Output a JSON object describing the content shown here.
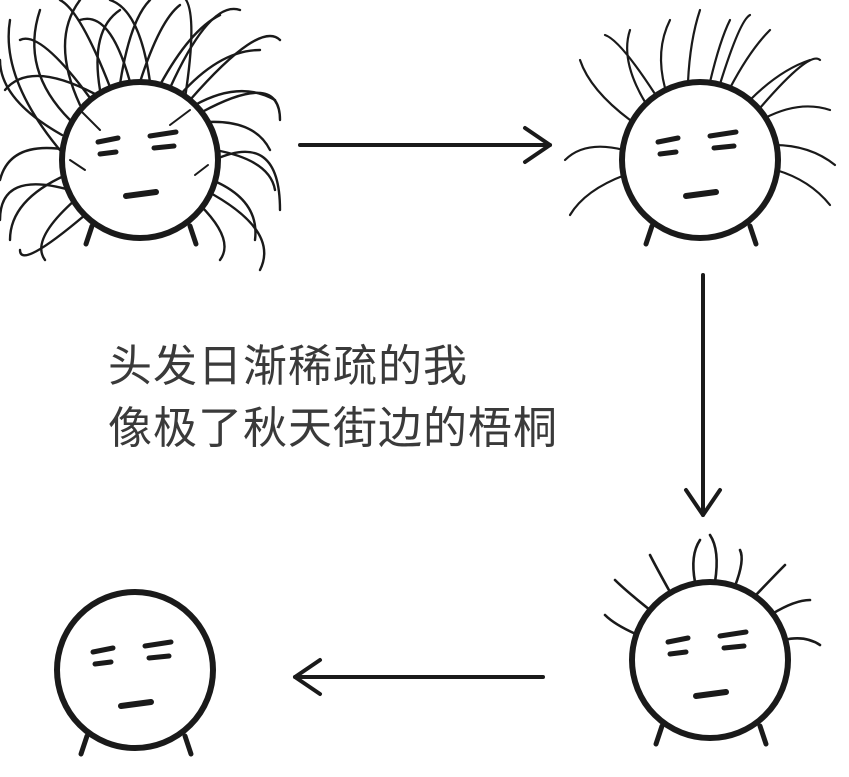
{
  "caption": {
    "line1": "头发日渐稀疏的我",
    "line2": "像极了秋天街边的梧桐"
  },
  "panels": [
    {
      "name": "face-very-hairy-icon",
      "hair_level": "very dense"
    },
    {
      "name": "face-hairy-icon",
      "hair_level": "dense"
    },
    {
      "name": "face-few-hairs-icon",
      "hair_level": "sparse"
    },
    {
      "name": "face-bald-icon",
      "hair_level": "none"
    }
  ],
  "arrows": [
    {
      "name": "arrow-right-icon",
      "direction": "right"
    },
    {
      "name": "arrow-down-icon",
      "direction": "down"
    },
    {
      "name": "arrow-left-icon",
      "direction": "left"
    }
  ],
  "colors": {
    "ink": "#1a1a1a",
    "caption": "#3a3a3a",
    "background": "#ffffff"
  }
}
